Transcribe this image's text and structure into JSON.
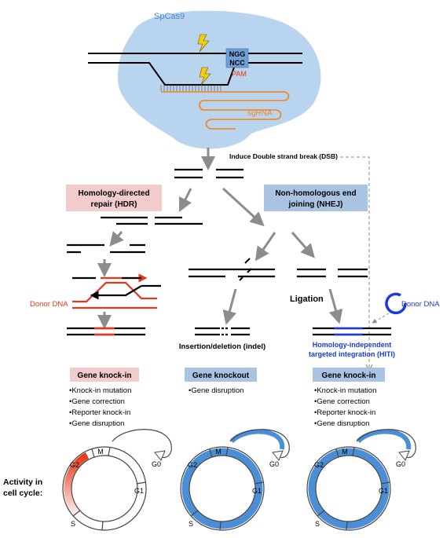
{
  "cas9": {
    "label": "SpCas9",
    "pam_top": "NGG",
    "pam_bottom": "NCC",
    "pam_label": "PAM",
    "sgrna_label": "sgRNA"
  },
  "dsb": {
    "label": "Induce Double strand break (DSB)"
  },
  "hdr": {
    "title_line1": "Homology-directed",
    "title_line2": "repair (HDR)",
    "donor_label": "Donor DNA"
  },
  "nhej": {
    "title_line1": "Non-homologous end",
    "title_line2": "joining (NHEJ)",
    "ligation_label": "Ligation",
    "indel_label": "Insertion/deletion (indel)"
  },
  "hiti": {
    "donor_label": "Donor DNA",
    "label_line1": "Homology-independent",
    "label_line2": "targeted integration (HITI)"
  },
  "outcomes": [
    {
      "title": "Gene knock-in",
      "items": [
        "•Knock-in mutation",
        "•Gene correction",
        "•Reporter knock-in",
        "•Gene disruption"
      ]
    },
    {
      "title": "Gene knockout",
      "items": [
        "•Gene disruption"
      ]
    },
    {
      "title": "Gene knock-in",
      "items": [
        "•Knock-in mutation",
        "•Gene correction",
        "•Reporter knock-in",
        "•Gene disruption"
      ]
    }
  ],
  "cell_cycle": {
    "row_label_line1": "Activity in",
    "row_label_line2": "cell cycle:",
    "phases": {
      "g2": "G2",
      "m": "M",
      "g0": "G0",
      "g1": "G1",
      "s": "S"
    }
  },
  "colors": {
    "hdr_box": "#f2cccc",
    "nhej_box": "#a9c4e2",
    "cas9_blob": "#b9d4ee",
    "donor_red": "#e8361c",
    "hiti_blue": "#1a3adb",
    "sgrna_orange": "#ef8a2b",
    "cycle_blue": "#4a8fd6",
    "arrow_gray": "#8c8c8c"
  }
}
